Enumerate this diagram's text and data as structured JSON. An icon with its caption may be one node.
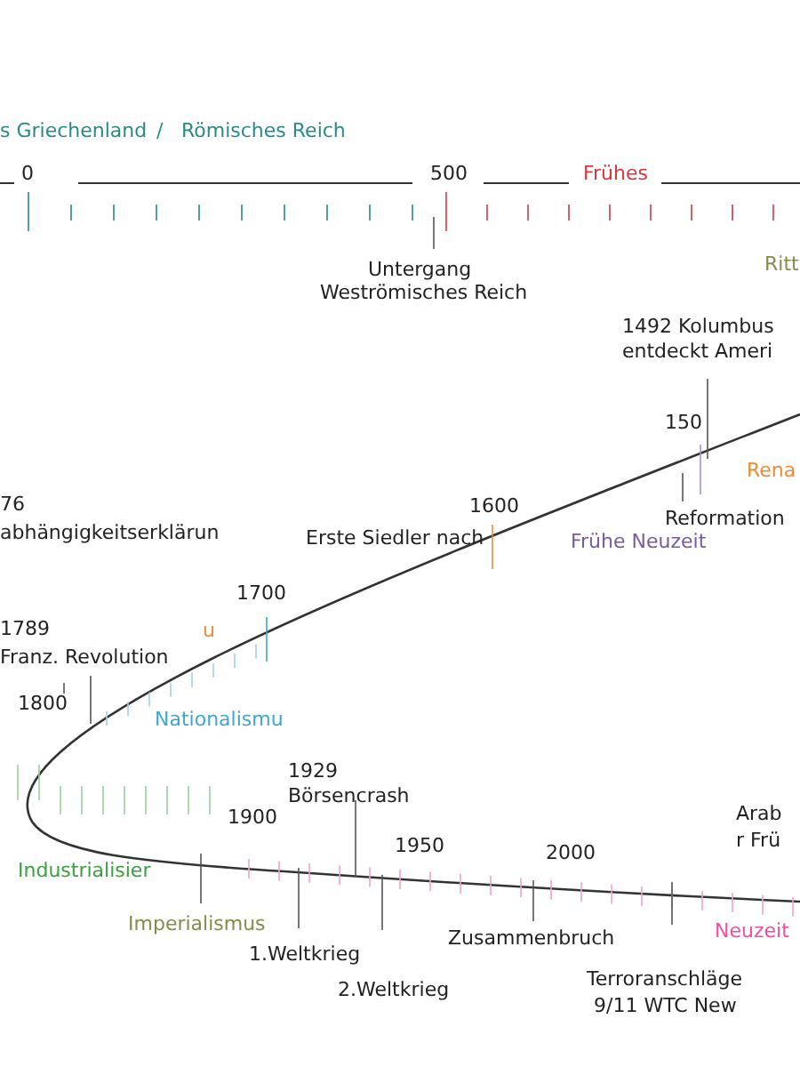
{
  "diagram": {
    "labels": [
      "s Griechenland",
      "/",
      "Römisches Reich",
      "0",
      "500",
      "Frühes",
      "Untergang",
      "Weströmisches Reich",
      "Ritt",
      "1492 Kolumbus",
      "entdeckt Ameri",
      "150",
      "Rena",
      "1600",
      "Erste Siedler nach",
      "Reformation",
      "Frühe Neuzeit",
      "76",
      "abhängigkeitserklärun",
      "1700",
      "1789",
      "u",
      "Franz. Revolution",
      "1800",
      "Nationalismu",
      "1929",
      "Börsencrash",
      "Arab",
      "1900",
      "r Frü",
      "1950",
      "2000",
      "Industrialisier",
      "Imperialismus",
      "Zusammenbruch",
      "Neuzeit",
      "1.Weltkrieg",
      "Terroranschläge",
      "2.Weltkrieg",
      "9/11 WTC New"
    ]
  }
}
